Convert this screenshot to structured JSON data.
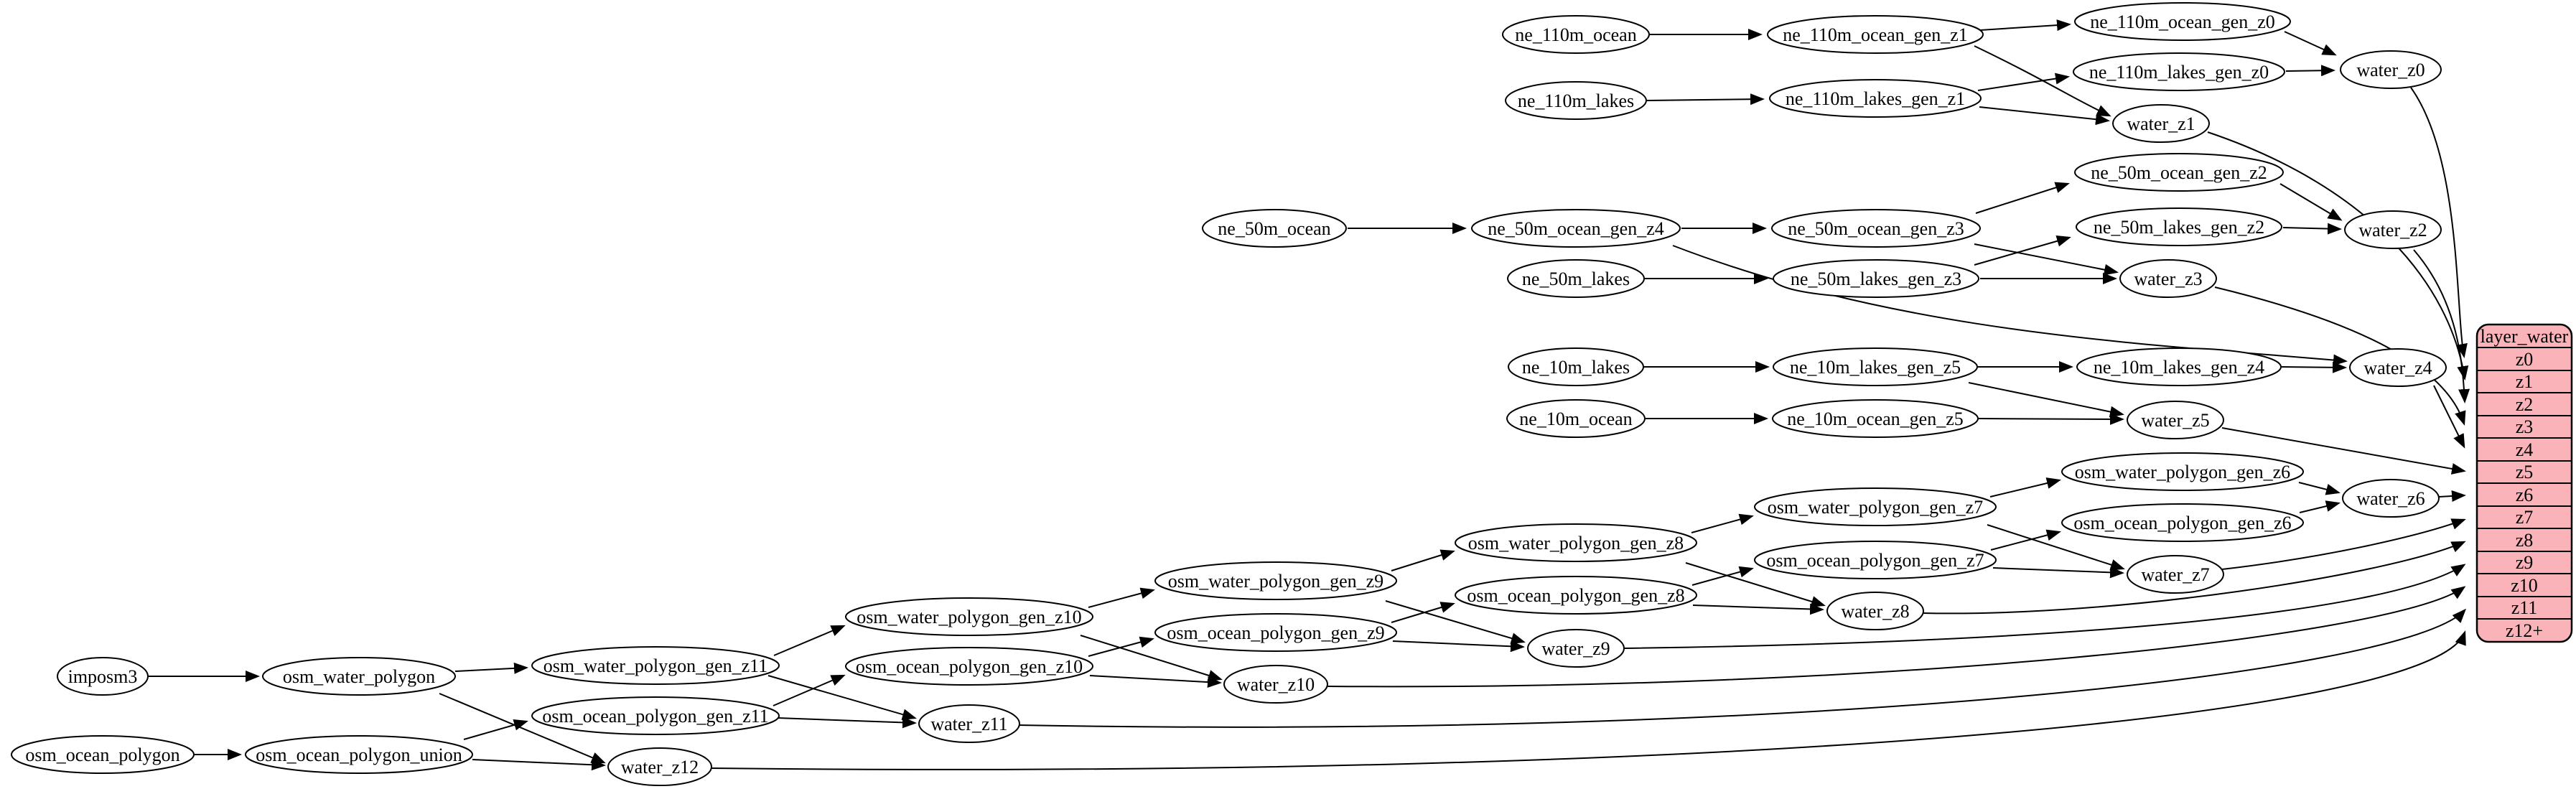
{
  "graph": {
    "background_color": "#ffffff",
    "edge_color": "#000000",
    "node_fill": "#ffffff",
    "node_stroke": "#000000",
    "nodes": {
      "ne_110m_ocean": {
        "label": "ne_110m_ocean"
      },
      "ne_110m_ocean_gen_z1": {
        "label": "ne_110m_ocean_gen_z1"
      },
      "ne_110m_ocean_gen_z0": {
        "label": "ne_110m_ocean_gen_z0"
      },
      "ne_110m_lakes": {
        "label": "ne_110m_lakes"
      },
      "ne_110m_lakes_gen_z1": {
        "label": "ne_110m_lakes_gen_z1"
      },
      "ne_110m_lakes_gen_z0": {
        "label": "ne_110m_lakes_gen_z0"
      },
      "water_z0": {
        "label": "water_z0"
      },
      "water_z1": {
        "label": "water_z1"
      },
      "ne_50m_ocean": {
        "label": "ne_50m_ocean"
      },
      "ne_50m_ocean_gen_z4": {
        "label": "ne_50m_ocean_gen_z4"
      },
      "ne_50m_ocean_gen_z3": {
        "label": "ne_50m_ocean_gen_z3"
      },
      "ne_50m_ocean_gen_z2": {
        "label": "ne_50m_ocean_gen_z2"
      },
      "ne_50m_lakes": {
        "label": "ne_50m_lakes"
      },
      "ne_50m_lakes_gen_z3": {
        "label": "ne_50m_lakes_gen_z3"
      },
      "ne_50m_lakes_gen_z2": {
        "label": "ne_50m_lakes_gen_z2"
      },
      "water_z2": {
        "label": "water_z2"
      },
      "water_z3": {
        "label": "water_z3"
      },
      "ne_10m_lakes": {
        "label": "ne_10m_lakes"
      },
      "ne_10m_lakes_gen_z5": {
        "label": "ne_10m_lakes_gen_z5"
      },
      "ne_10m_lakes_gen_z4": {
        "label": "ne_10m_lakes_gen_z4"
      },
      "water_z4": {
        "label": "water_z4"
      },
      "ne_10m_ocean": {
        "label": "ne_10m_ocean"
      },
      "ne_10m_ocean_gen_z5": {
        "label": "ne_10m_ocean_gen_z5"
      },
      "water_z5": {
        "label": "water_z5"
      },
      "osm_water_polygon_gen_z6": {
        "label": "osm_water_polygon_gen_z6"
      },
      "osm_ocean_polygon_gen_z6": {
        "label": "osm_ocean_polygon_gen_z6"
      },
      "water_z6": {
        "label": "water_z6"
      },
      "osm_water_polygon_gen_z7": {
        "label": "osm_water_polygon_gen_z7"
      },
      "osm_ocean_polygon_gen_z7": {
        "label": "osm_ocean_polygon_gen_z7"
      },
      "water_z7": {
        "label": "water_z7"
      },
      "osm_water_polygon_gen_z8": {
        "label": "osm_water_polygon_gen_z8"
      },
      "osm_ocean_polygon_gen_z8": {
        "label": "osm_ocean_polygon_gen_z8"
      },
      "water_z8": {
        "label": "water_z8"
      },
      "osm_water_polygon_gen_z9": {
        "label": "osm_water_polygon_gen_z9"
      },
      "osm_ocean_polygon_gen_z9": {
        "label": "osm_ocean_polygon_gen_z9"
      },
      "water_z9": {
        "label": "water_z9"
      },
      "osm_water_polygon_gen_z10": {
        "label": "osm_water_polygon_gen_z10"
      },
      "osm_ocean_polygon_gen_z10": {
        "label": "osm_ocean_polygon_gen_z10"
      },
      "water_z10": {
        "label": "water_z10"
      },
      "osm_water_polygon_gen_z11": {
        "label": "osm_water_polygon_gen_z11"
      },
      "osm_ocean_polygon_gen_z11": {
        "label": "osm_ocean_polygon_gen_z11"
      },
      "water_z11": {
        "label": "water_z11"
      },
      "imposm3": {
        "label": "imposm3"
      },
      "osm_water_polygon": {
        "label": "osm_water_polygon"
      },
      "osm_ocean_polygon": {
        "label": "osm_ocean_polygon"
      },
      "osm_ocean_polygon_union": {
        "label": "osm_ocean_polygon_union"
      },
      "water_z12": {
        "label": "water_z12"
      }
    },
    "edges": [
      [
        "ne_110m_ocean",
        "ne_110m_ocean_gen_z1"
      ],
      [
        "ne_110m_ocean_gen_z1",
        "ne_110m_ocean_gen_z0"
      ],
      [
        "ne_110m_ocean_gen_z0",
        "water_z0"
      ],
      [
        "ne_110m_lakes",
        "ne_110m_lakes_gen_z1"
      ],
      [
        "ne_110m_lakes_gen_z1",
        "ne_110m_lakes_gen_z0"
      ],
      [
        "ne_110m_lakes_gen_z0",
        "water_z0"
      ],
      [
        "ne_110m_ocean_gen_z1",
        "water_z1"
      ],
      [
        "ne_110m_lakes_gen_z1",
        "water_z1"
      ],
      [
        "ne_50m_ocean",
        "ne_50m_ocean_gen_z4"
      ],
      [
        "ne_50m_ocean_gen_z4",
        "ne_50m_ocean_gen_z3"
      ],
      [
        "ne_50m_ocean_gen_z3",
        "ne_50m_ocean_gen_z2"
      ],
      [
        "ne_50m_ocean_gen_z2",
        "water_z2"
      ],
      [
        "ne_50m_lakes",
        "ne_50m_lakes_gen_z3"
      ],
      [
        "ne_50m_lakes_gen_z3",
        "ne_50m_lakes_gen_z2"
      ],
      [
        "ne_50m_lakes_gen_z2",
        "water_z2"
      ],
      [
        "ne_50m_ocean_gen_z3",
        "water_z3"
      ],
      [
        "ne_50m_lakes_gen_z3",
        "water_z3"
      ],
      [
        "ne_50m_ocean_gen_z4",
        "water_z4"
      ],
      [
        "ne_10m_lakes",
        "ne_10m_lakes_gen_z5"
      ],
      [
        "ne_10m_lakes_gen_z5",
        "ne_10m_lakes_gen_z4"
      ],
      [
        "ne_10m_lakes_gen_z4",
        "water_z4"
      ],
      [
        "ne_10m_lakes_gen_z5",
        "water_z5"
      ],
      [
        "ne_10m_ocean",
        "ne_10m_ocean_gen_z5"
      ],
      [
        "ne_10m_ocean_gen_z5",
        "water_z5"
      ],
      [
        "osm_water_polygon_gen_z6",
        "water_z6"
      ],
      [
        "osm_ocean_polygon_gen_z6",
        "water_z6"
      ],
      [
        "osm_water_polygon_gen_z7",
        "osm_water_polygon_gen_z6"
      ],
      [
        "osm_ocean_polygon_gen_z7",
        "osm_ocean_polygon_gen_z6"
      ],
      [
        "osm_water_polygon_gen_z7",
        "water_z7"
      ],
      [
        "osm_ocean_polygon_gen_z7",
        "water_z7"
      ],
      [
        "osm_water_polygon_gen_z8",
        "osm_water_polygon_gen_z7"
      ],
      [
        "osm_ocean_polygon_gen_z8",
        "osm_ocean_polygon_gen_z7"
      ],
      [
        "osm_water_polygon_gen_z8",
        "water_z8"
      ],
      [
        "osm_ocean_polygon_gen_z8",
        "water_z8"
      ],
      [
        "osm_water_polygon_gen_z9",
        "osm_water_polygon_gen_z8"
      ],
      [
        "osm_ocean_polygon_gen_z9",
        "osm_ocean_polygon_gen_z8"
      ],
      [
        "osm_water_polygon_gen_z9",
        "water_z9"
      ],
      [
        "osm_ocean_polygon_gen_z9",
        "water_z9"
      ],
      [
        "osm_water_polygon_gen_z10",
        "osm_water_polygon_gen_z9"
      ],
      [
        "osm_ocean_polygon_gen_z10",
        "osm_ocean_polygon_gen_z9"
      ],
      [
        "osm_water_polygon_gen_z10",
        "water_z10"
      ],
      [
        "osm_ocean_polygon_gen_z10",
        "water_z10"
      ],
      [
        "osm_water_polygon_gen_z11",
        "osm_water_polygon_gen_z10"
      ],
      [
        "osm_ocean_polygon_gen_z11",
        "osm_ocean_polygon_gen_z10"
      ],
      [
        "osm_water_polygon_gen_z11",
        "water_z11"
      ],
      [
        "osm_ocean_polygon_gen_z11",
        "water_z11"
      ],
      [
        "imposm3",
        "osm_water_polygon"
      ],
      [
        "osm_water_polygon",
        "osm_water_polygon_gen_z11"
      ],
      [
        "osm_water_polygon",
        "water_z12"
      ],
      [
        "osm_ocean_polygon",
        "osm_ocean_polygon_union"
      ],
      [
        "osm_ocean_polygon_union",
        "osm_ocean_polygon_gen_z11"
      ],
      [
        "osm_ocean_polygon_union",
        "water_z12"
      ],
      [
        "water_z0",
        "layer_water.z0"
      ],
      [
        "water_z1",
        "layer_water.z1"
      ],
      [
        "water_z2",
        "layer_water.z2"
      ],
      [
        "water_z3",
        "layer_water.z3"
      ],
      [
        "water_z4",
        "layer_water.z4"
      ],
      [
        "water_z5",
        "layer_water.z5"
      ],
      [
        "water_z6",
        "layer_water.z6"
      ],
      [
        "water_z7",
        "layer_water.z7"
      ],
      [
        "water_z8",
        "layer_water.z8"
      ],
      [
        "water_z9",
        "layer_water.z9"
      ],
      [
        "water_z10",
        "layer_water.z10"
      ],
      [
        "water_z11",
        "layer_water.z11"
      ],
      [
        "water_z12",
        "layer_water.z12+"
      ]
    ]
  },
  "table": {
    "title": "layer_water",
    "fill": "#fbb3ba",
    "stroke": "#000000",
    "rows": [
      "z0",
      "z1",
      "z2",
      "z3",
      "z4",
      "z5",
      "z6",
      "z7",
      "z8",
      "z9",
      "z10",
      "z11",
      "z12+"
    ]
  }
}
